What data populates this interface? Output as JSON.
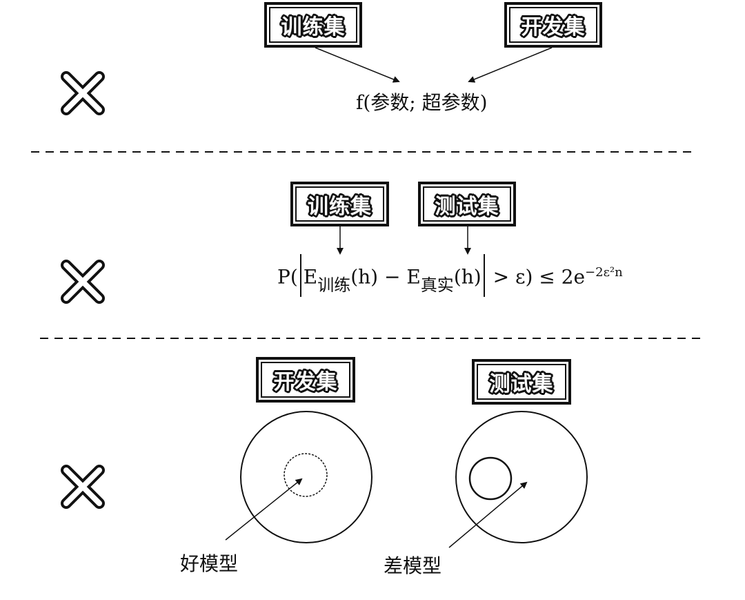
{
  "section1": {
    "box_left": "训练集",
    "box_right": "开发集",
    "formula": "f(参数; 超参数)",
    "mark": "cross-icon"
  },
  "section2": {
    "box_left": "训练集",
    "box_right": "测试集",
    "formula": {
      "p": "P(",
      "e1": "E",
      "sub1": "训练",
      "h1": "(h) − E",
      "sub2": "真实",
      "h2": "(h)",
      "rest": " > ε) ≤ 2e",
      "exp": "−2ε²n"
    },
    "mark": "cross-icon"
  },
  "section3": {
    "box_left": "开发集",
    "box_right": "测试集",
    "label_left": "好模型",
    "label_right": "差模型",
    "mark": "cross-icon"
  }
}
